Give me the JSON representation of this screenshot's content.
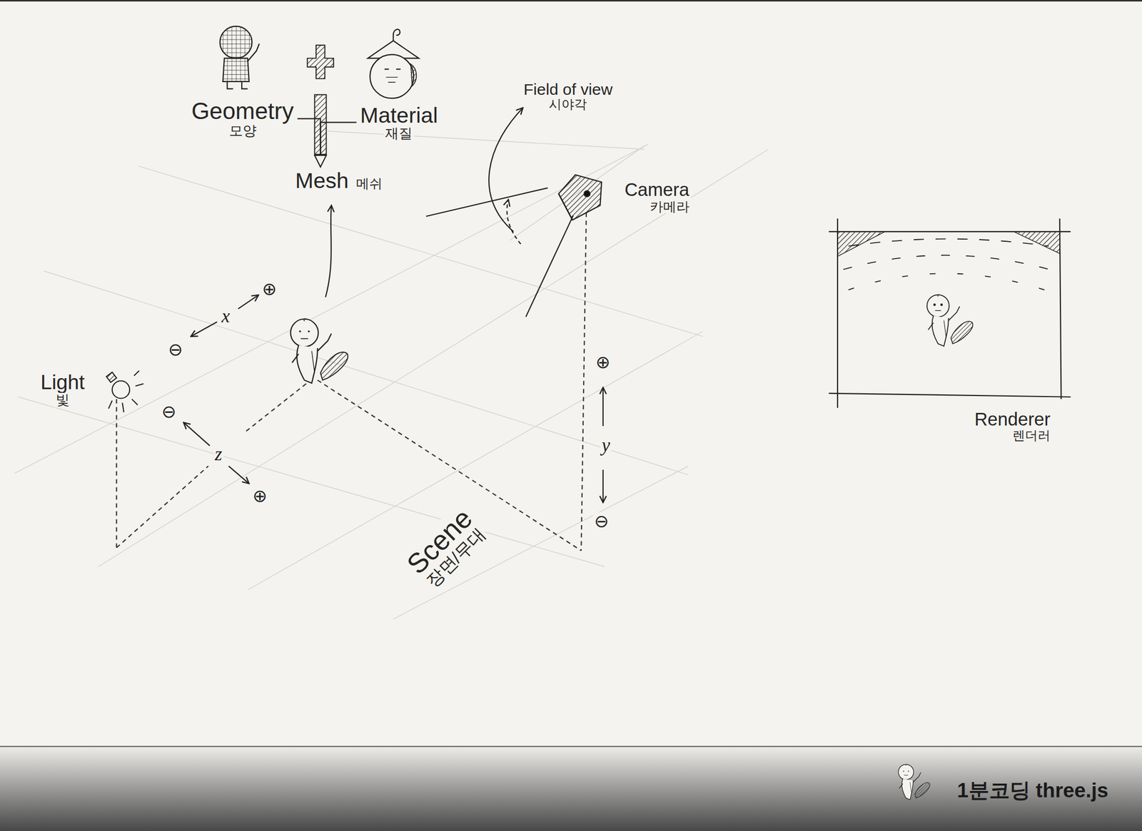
{
  "diagram": {
    "nodes": [
      {
        "text": [
          "Geometry",
          "모양"
        ]
      },
      {
        "text": [
          "Material",
          "재질"
        ]
      },
      {
        "text": [
          "Mesh",
          "메쉬"
        ]
      },
      {
        "text": [
          "Field of view",
          "시야각"
        ]
      },
      {
        "text": [
          "Camera",
          "카메라"
        ]
      },
      {
        "text": [
          "Light",
          "빛"
        ]
      },
      {
        "text": [
          "Scene",
          "장면/무대"
        ]
      },
      {
        "text": [
          "Renderer",
          "렌더러"
        ]
      }
    ],
    "edges": [
      {
        "from": 0,
        "to": 2,
        "arrow": "to"
      },
      {
        "from": 1,
        "to": 2,
        "arrow": "to"
      }
    ],
    "labels": [
      "⊖",
      "x",
      "⊕",
      "⊖",
      "z",
      "⊕",
      "⊕",
      "y",
      "⊖",
      "1분코딩 three.js"
    ]
  }
}
